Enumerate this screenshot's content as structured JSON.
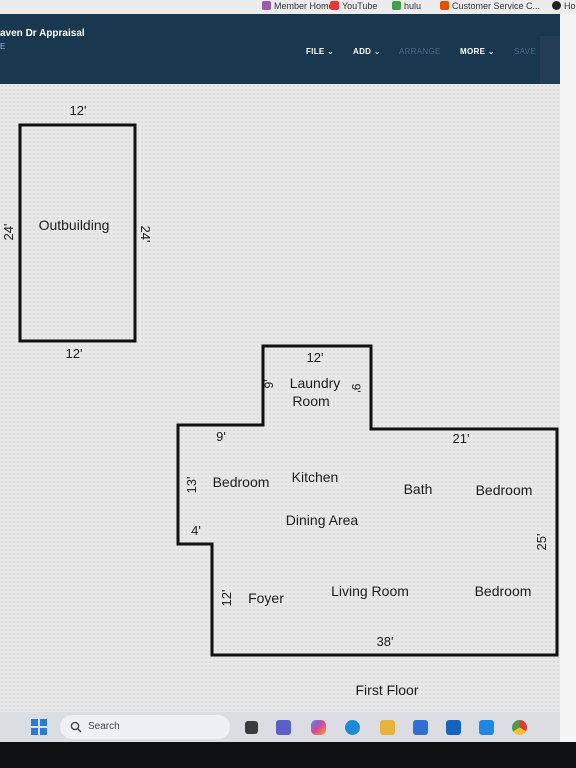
{
  "bookmarks": {
    "items": [
      {
        "label": "Member Home",
        "color": "#9b59b6"
      },
      {
        "label": "YouTube",
        "color": "#e53935"
      },
      {
        "label": "hulu",
        "color": "#43a047"
      },
      {
        "label": "Customer Service C...",
        "color": "#e65100"
      },
      {
        "label": "Ho",
        "color": "#222222"
      }
    ]
  },
  "app": {
    "title": "aven Dr Appraisal",
    "subtitle": "E",
    "menus": {
      "file": "FILE ⌄",
      "add": "ADD ⌄",
      "arrange": "ARRANGE",
      "more": "MORE ⌄",
      "save": "SAVE"
    },
    "colors": {
      "header": "#19374f",
      "accent": "#8fb7dc"
    }
  },
  "floorplan": {
    "outbuilding": {
      "name": "Outbuilding",
      "dim_top": "12'",
      "dim_bottom": "12'",
      "dim_left": "24'",
      "dim_right": "24'"
    },
    "house": {
      "dim_laundry_top": "12'",
      "dim_laundry_left": "9'",
      "dim_laundry_right": "9'",
      "dim_top_left": "9'",
      "dim_top_right": "21'",
      "dim_left_upper": "13'",
      "dim_notch": "4'",
      "dim_left_lower": "12'",
      "dim_right": "25'",
      "dim_bottom": "38'"
    },
    "rooms": {
      "laundry_line1": "Laundry",
      "laundry_line2": "Room",
      "bedroom_left": "Bedroom",
      "kitchen": "Kitchen",
      "dining": "Dining Area",
      "bath": "Bath",
      "bedroom_top_right": "Bedroom",
      "foyer": "Foyer",
      "living": "Living Room",
      "bedroom_bottom_right": "Bedroom"
    },
    "floor_label": "First Floor"
  },
  "taskbar": {
    "search_label": "Search",
    "icons": [
      {
        "name": "task-view-icon",
        "color": "#3b3b3b"
      },
      {
        "name": "teams-icon",
        "color": "#5b5fc7"
      },
      {
        "name": "copilot-icon",
        "color": "#d9479a"
      },
      {
        "name": "edge-icon",
        "color": "#1c8ad8"
      },
      {
        "name": "file-explorer-icon",
        "color": "#e8b33a"
      },
      {
        "name": "store-icon",
        "color": "#2e6fd1"
      },
      {
        "name": "outlook-icon",
        "color": "#1565c0"
      },
      {
        "name": "calendar-app-icon",
        "color": "#1e88e5"
      },
      {
        "name": "chrome-icon",
        "color": "#e53935"
      }
    ]
  }
}
